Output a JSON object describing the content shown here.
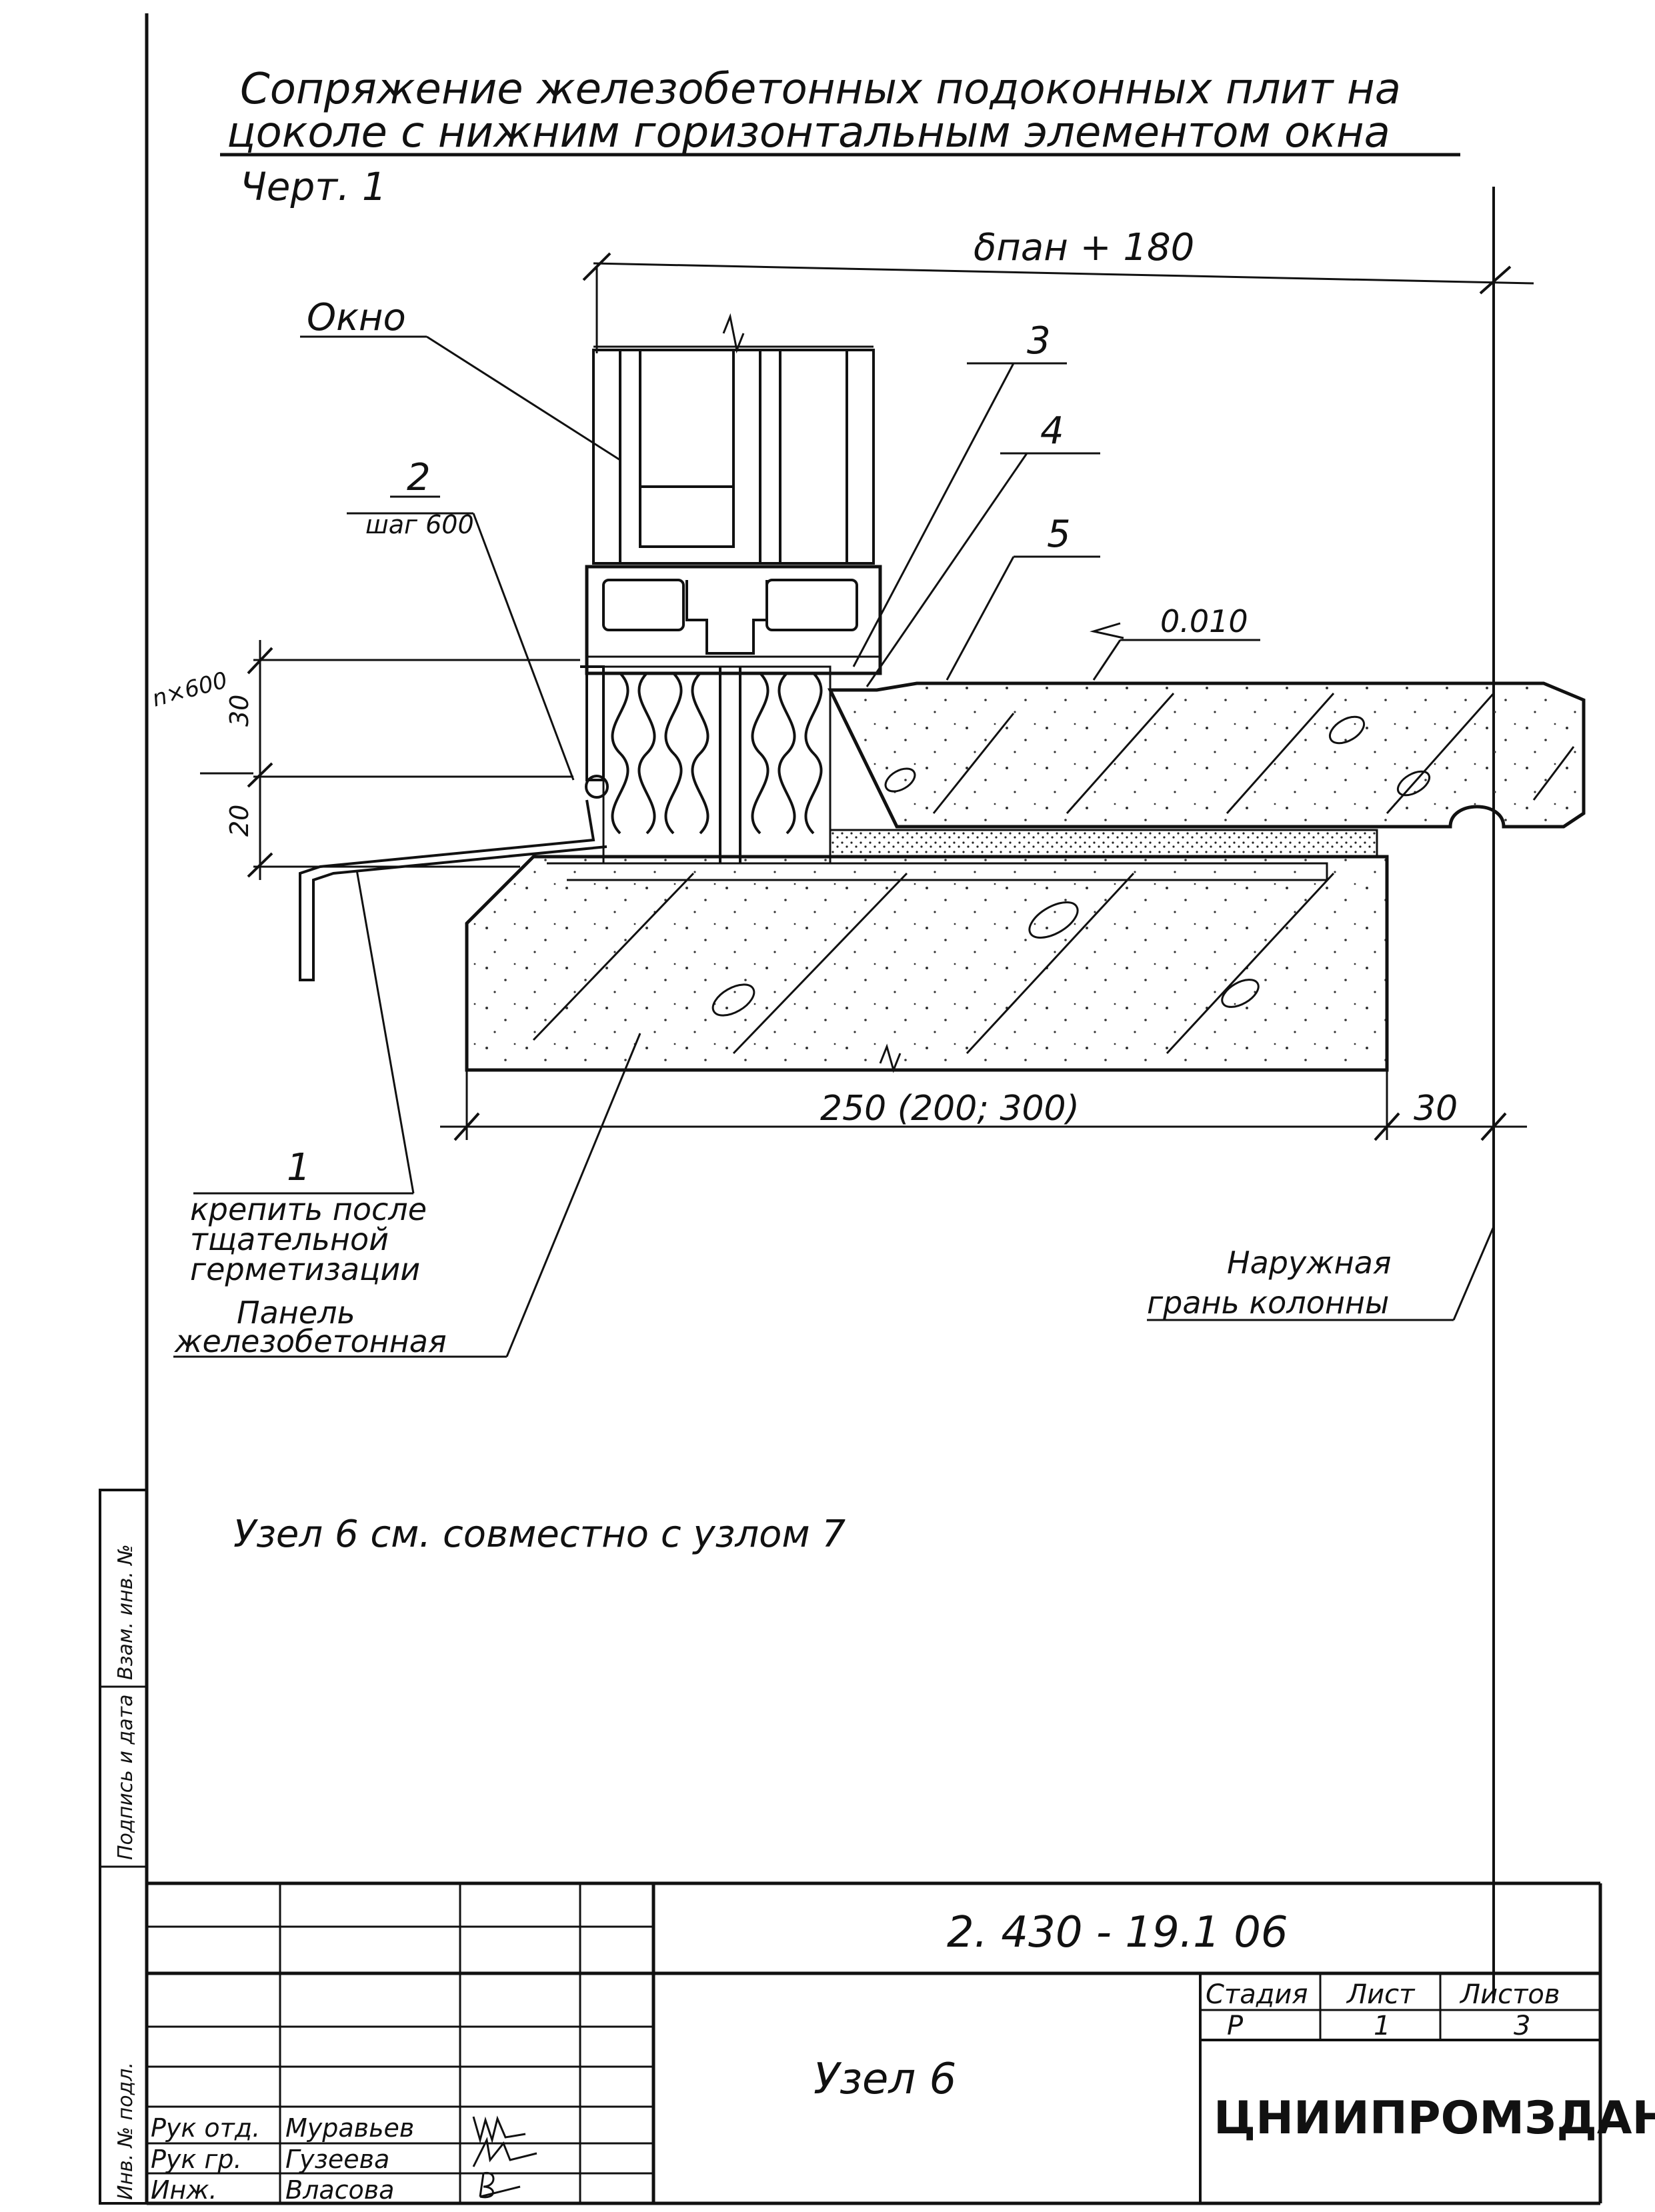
{
  "drawing": {
    "title_line1": "Сопряжение железобетонных подоконных плит на",
    "title_line2": "цоколе с нижним горизонтальным элементом окна",
    "sheet_ref": "Черт. 1",
    "note": "Узел 6 см. совместно с узлом 7"
  },
  "labels": {
    "window": "Окно",
    "callout_1": "1",
    "callout_1_note_l1": "крепить после",
    "callout_1_note_l2": "тщательной",
    "callout_1_note_l3": "герметизации",
    "callout_2": "2",
    "callout_2_sub": "шаг 600",
    "callout_3": "3",
    "callout_4": "4",
    "callout_5": "5",
    "panel_l1": "Панель",
    "panel_l2": "железобетонная",
    "column_face_l1": "Наружная",
    "column_face_l2": "грань колонны",
    "elevation": "0.010"
  },
  "dimensions": {
    "top": "δпан + 180",
    "bottom_main": "250 (200; 300)",
    "bottom_right": "30",
    "left_step": "n×600",
    "left_30": "30",
    "left_20": "20"
  },
  "title_block": {
    "doc_code": "2. 430 - 19.1 06",
    "sheet_name": "Узел 6",
    "stage_label": "Стадия",
    "sheet_label": "Лист",
    "sheets_label": "Листов",
    "stage_value": "Р",
    "sheet_value": "1",
    "sheets_value": "3",
    "organization": "ЦНИИПРОМЗДАНИЙ",
    "roles": [
      {
        "role": "Рук отд.",
        "name": "Муравьев"
      },
      {
        "role": "Рук гр.",
        "name": "Гузеева"
      },
      {
        "role": "Инж.",
        "name": "Власова"
      }
    ],
    "side_labels": [
      "Инв. № подл.",
      "Подпись и дата",
      "Взам. инв. №"
    ]
  }
}
